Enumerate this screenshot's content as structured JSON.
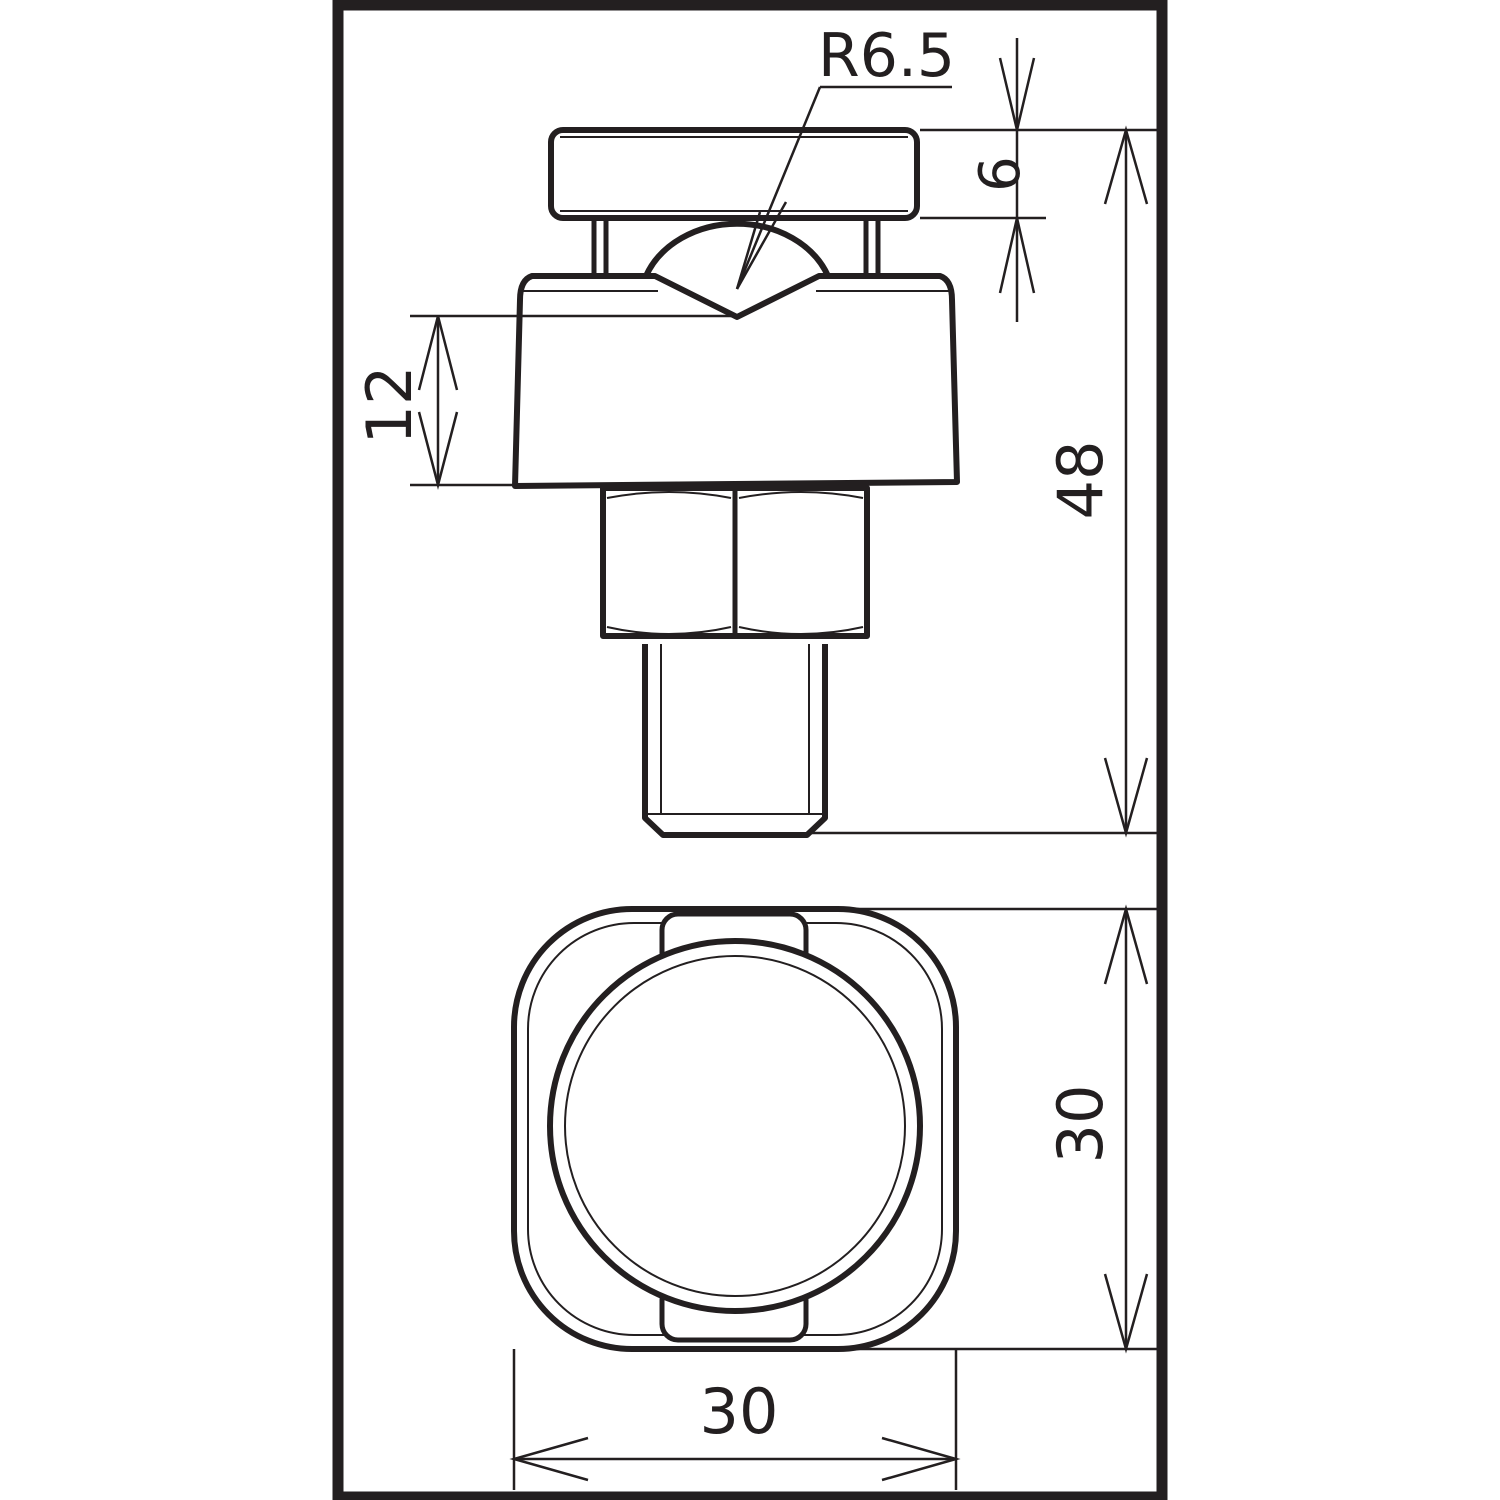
{
  "drawing": {
    "side_view": {
      "radius_label": "R6.5",
      "head_height_label": "6",
      "clamp_height_label": "12",
      "overall_height_label": "48"
    },
    "top_view": {
      "depth_label": "30",
      "width_label": "30"
    }
  },
  "colors": {
    "line": "#231f20",
    "paper": "#ffffff"
  }
}
